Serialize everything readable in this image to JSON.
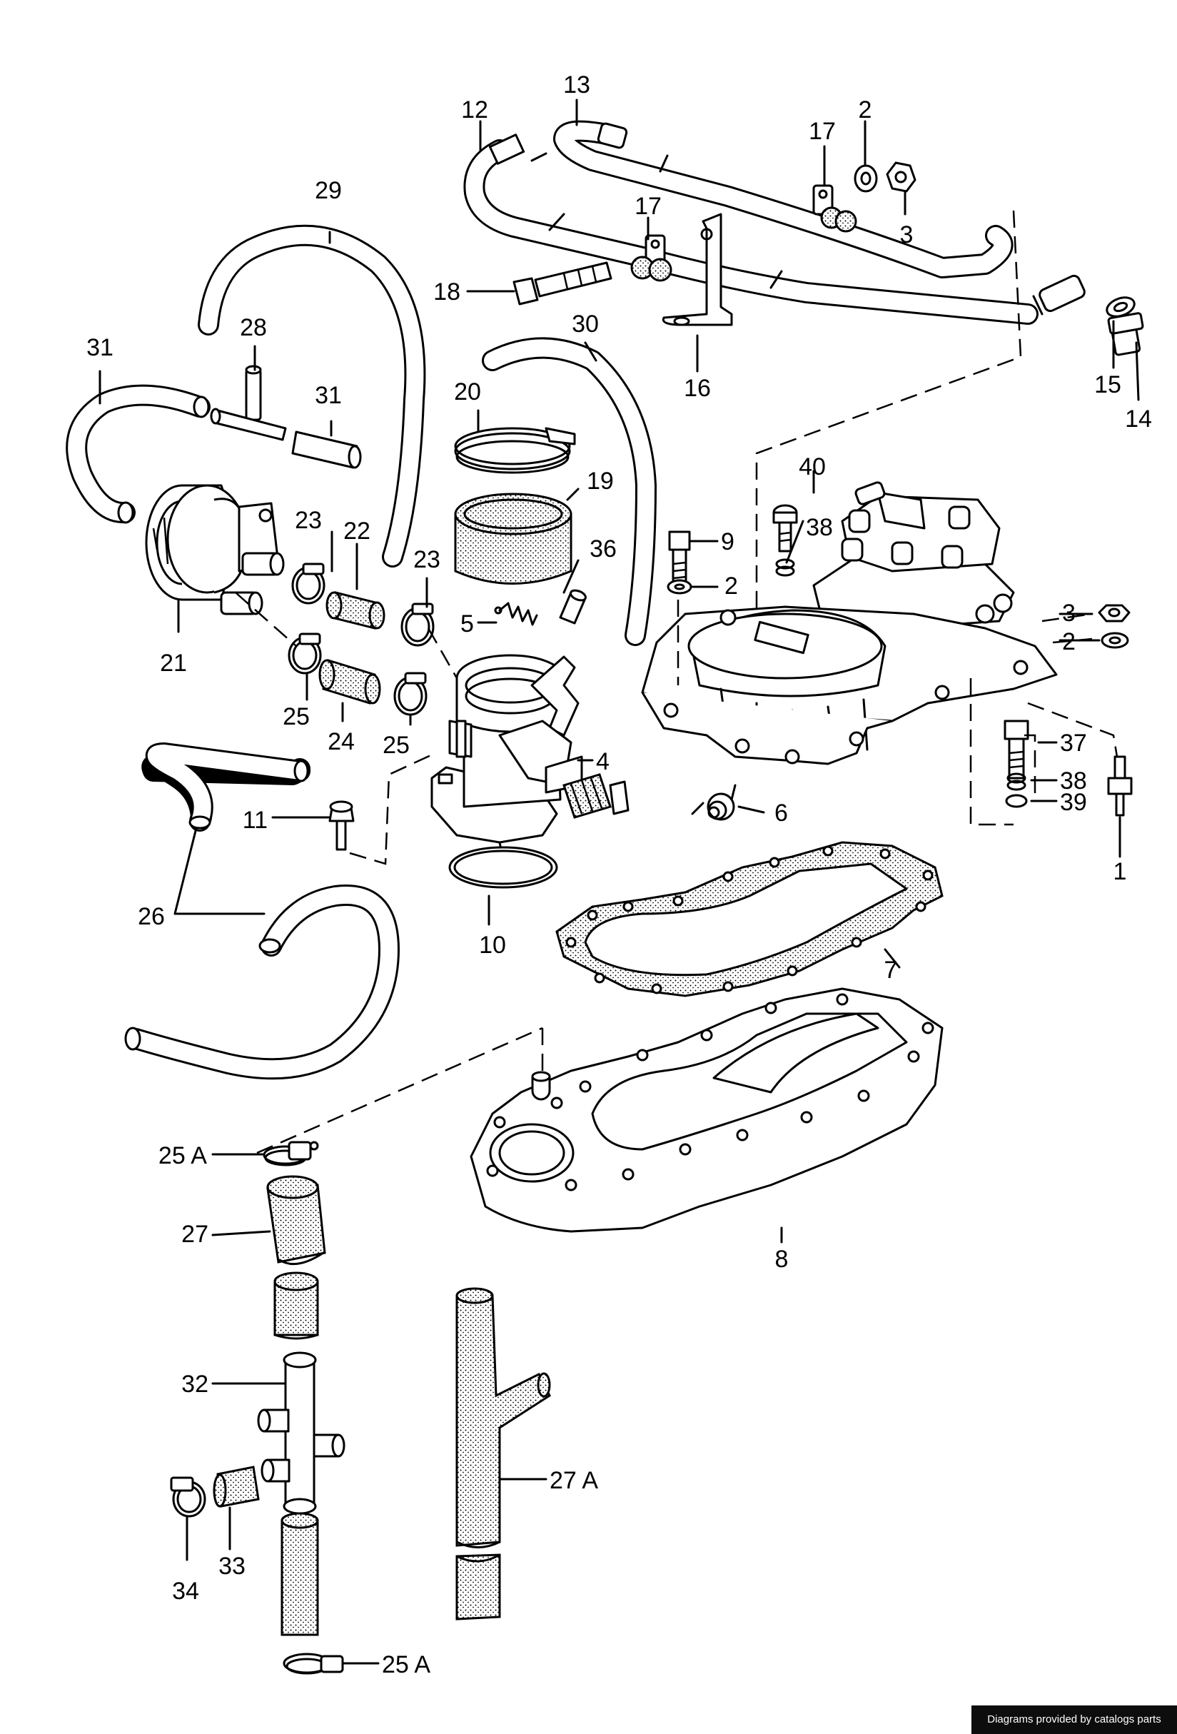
{
  "callouts": [
    {
      "id": "c1",
      "text": "1"
    },
    {
      "id": "c2a",
      "text": "2"
    },
    {
      "id": "c2b",
      "text": "2"
    },
    {
      "id": "c2c",
      "text": "2"
    },
    {
      "id": "c3a",
      "text": "3"
    },
    {
      "id": "c3b",
      "text": "3"
    },
    {
      "id": "c4",
      "text": "4"
    },
    {
      "id": "c5",
      "text": "5"
    },
    {
      "id": "c6",
      "text": "6"
    },
    {
      "id": "c7",
      "text": "7"
    },
    {
      "id": "c8",
      "text": "8"
    },
    {
      "id": "c9",
      "text": "9"
    },
    {
      "id": "c10",
      "text": "10"
    },
    {
      "id": "c11",
      "text": "11"
    },
    {
      "id": "c12",
      "text": "12"
    },
    {
      "id": "c13",
      "text": "13"
    },
    {
      "id": "c14",
      "text": "14"
    },
    {
      "id": "c15",
      "text": "15"
    },
    {
      "id": "c16",
      "text": "16"
    },
    {
      "id": "c17a",
      "text": "17"
    },
    {
      "id": "c17b",
      "text": "17"
    },
    {
      "id": "c18",
      "text": "18"
    },
    {
      "id": "c19",
      "text": "19"
    },
    {
      "id": "c20",
      "text": "20"
    },
    {
      "id": "c21",
      "text": "21"
    },
    {
      "id": "c22",
      "text": "22"
    },
    {
      "id": "c23a",
      "text": "23"
    },
    {
      "id": "c23b",
      "text": "23"
    },
    {
      "id": "c24",
      "text": "24"
    },
    {
      "id": "c25a",
      "text": "25"
    },
    {
      "id": "c25b",
      "text": "25"
    },
    {
      "id": "c25Aa",
      "text": "25 A"
    },
    {
      "id": "c25Ab",
      "text": "25 A"
    },
    {
      "id": "c26",
      "text": "26"
    },
    {
      "id": "c27",
      "text": "27"
    },
    {
      "id": "c27A",
      "text": "27 A"
    },
    {
      "id": "c28",
      "text": "28"
    },
    {
      "id": "c29",
      "text": "29"
    },
    {
      "id": "c30",
      "text": "30"
    },
    {
      "id": "c31a",
      "text": "31"
    },
    {
      "id": "c31b",
      "text": "31"
    },
    {
      "id": "c32",
      "text": "32"
    },
    {
      "id": "c33",
      "text": "33"
    },
    {
      "id": "c34",
      "text": "34"
    },
    {
      "id": "c36",
      "text": "36"
    },
    {
      "id": "c37",
      "text": "37"
    },
    {
      "id": "c38a",
      "text": "38"
    },
    {
      "id": "c38b",
      "text": "38"
    },
    {
      "id": "c39",
      "text": "39"
    },
    {
      "id": "c40",
      "text": "40"
    }
  ],
  "credit": "Diagrams provided by catalogs parts"
}
